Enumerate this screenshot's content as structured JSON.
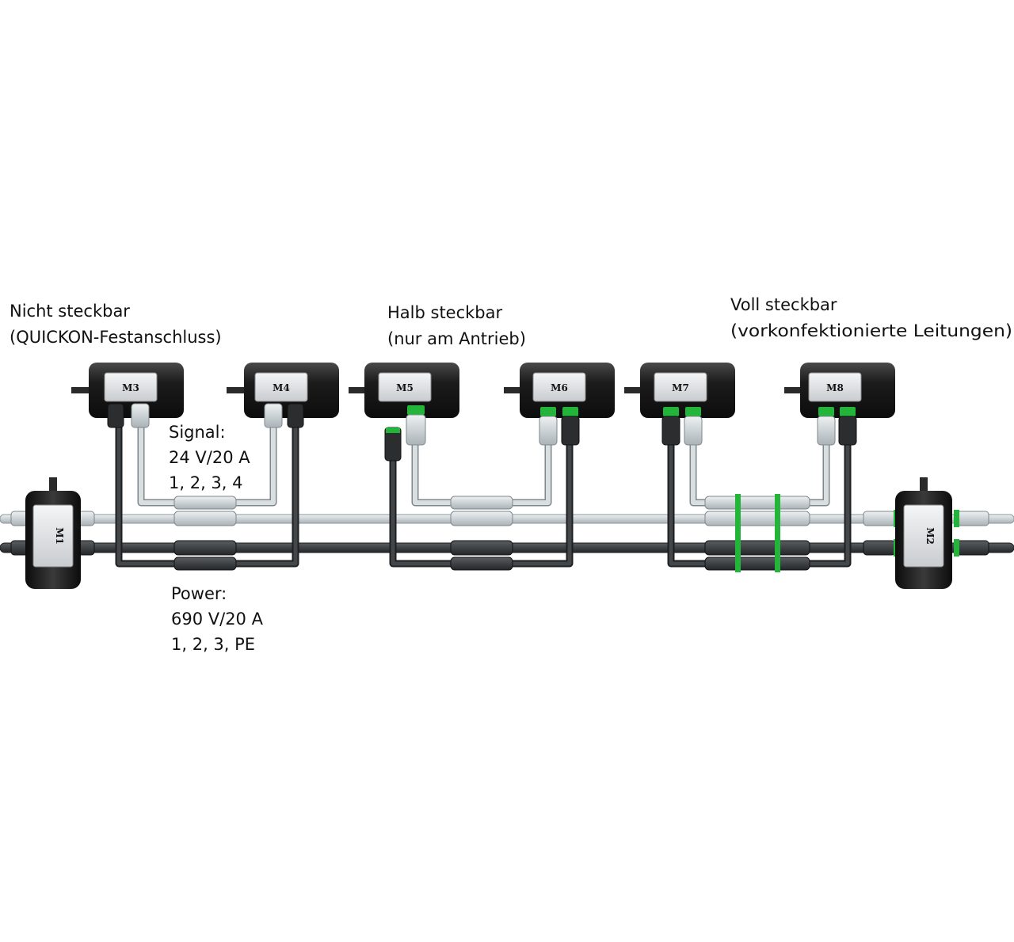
{
  "groups": {
    "nicht": {
      "line1": "Nicht steckbar",
      "line2": "(QUICKON-Festanschluss)"
    },
    "halb": {
      "line1": "Halb steckbar",
      "line2": "(nur am Antrieb)"
    },
    "voll": {
      "line1": "Voll steckbar",
      "line2": "(vorkonfektionierte Leitungen)"
    }
  },
  "signal": {
    "line1": "Signal:",
    "line2": "24 V/20 A",
    "line3": "1, 2, 3, 4"
  },
  "power": {
    "line1": "Power:",
    "line2": "690 V/20 A",
    "line3": "1, 2, 3, PE"
  },
  "motors": {
    "m1": "M1",
    "m2": "M2",
    "m3": "M3",
    "m4": "M4",
    "m5": "M5",
    "m6": "M6",
    "m7": "M7",
    "m8": "M8"
  },
  "colors": {
    "signal_cable": "#c8ced1",
    "power_cable": "#3a3d40",
    "connector_green": "#22b53a",
    "motor_body": "#1b1b1b",
    "terminal_box": "#e4e6e8"
  }
}
